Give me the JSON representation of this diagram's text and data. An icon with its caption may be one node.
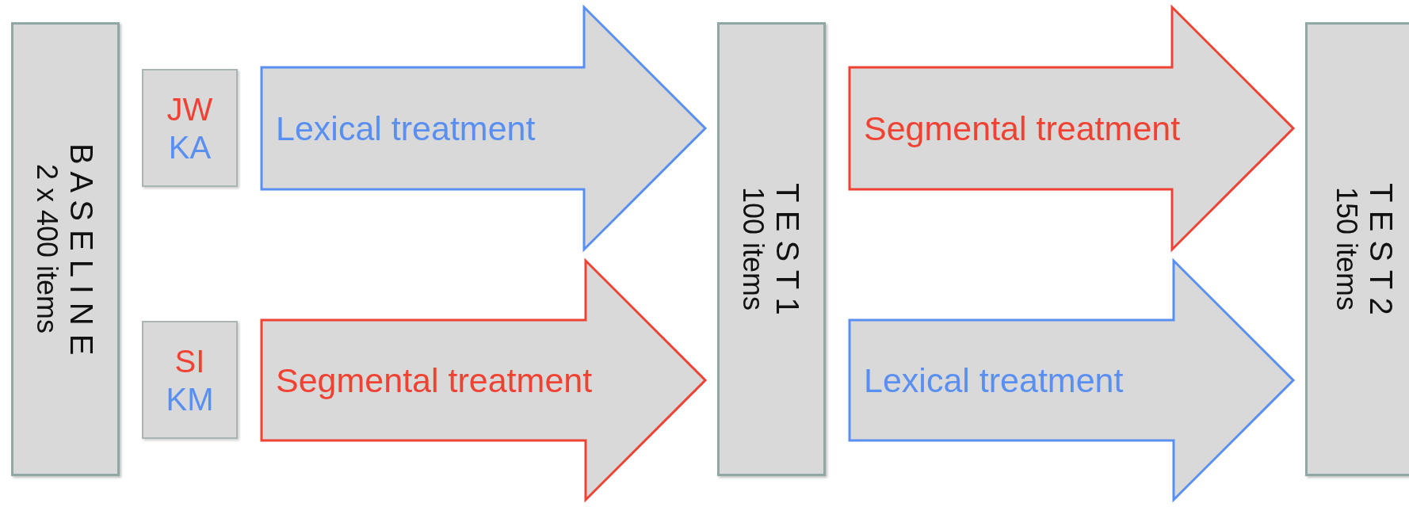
{
  "diagram": {
    "nodes": [
      {
        "text": [
          "B A S E L I N E",
          "2 x 400 items"
        ]
      },
      {
        "text": [
          "JW",
          "KA"
        ]
      },
      {
        "text": [
          "SI",
          "KM"
        ]
      },
      {
        "text": [
          "T E S T 1",
          "100 items"
        ]
      },
      {
        "text": [
          "T E S T 2",
          "150 items"
        ]
      }
    ],
    "edges": [
      {
        "from": 1,
        "to": 3,
        "arrow": "to",
        "label": "Lexical treatment",
        "color": "#5a8ff2"
      },
      {
        "from": 2,
        "to": 3,
        "arrow": "to",
        "label": "Segmental treatment",
        "color": "#f04232"
      },
      {
        "from": 3,
        "to": 4,
        "arrow": "to",
        "label": "Segmental treatment",
        "color": "#f04232"
      },
      {
        "from": 3,
        "to": 4,
        "arrow": "to",
        "label": "Lexical treatment",
        "color": "#5a8ff2"
      }
    ]
  }
}
